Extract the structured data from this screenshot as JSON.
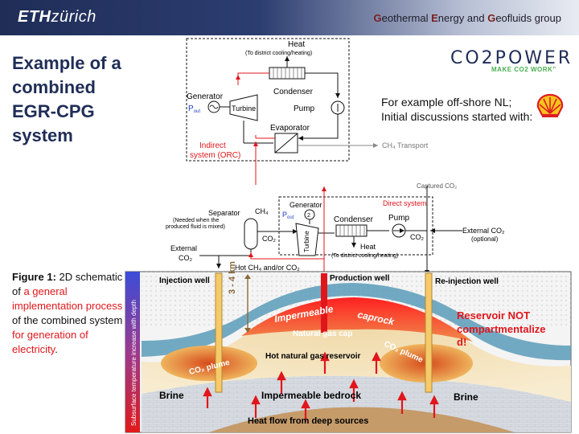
{
  "header": {
    "logo_bold": "ETH",
    "logo_rest": "zürich",
    "group_g1": "G",
    "group_w1": "eothermal ",
    "group_e": "E",
    "group_w2": "nergy and ",
    "group_g2": "G",
    "group_w3": "eofluids group"
  },
  "slide_title": [
    "Example of a",
    "combined",
    "EGR-CPG",
    "system"
  ],
  "co2power": {
    "name": "CO2POWER",
    "tagline": "MAKE CO2 WORK”"
  },
  "offshore_note": [
    "For example off-shore NL;",
    "Initial discussions started with:"
  ],
  "caption": {
    "fig": "Figure 1:",
    "t1": " 2D schematic of ",
    "r1": "a general implementation process",
    "t2": " of the combined system ",
    "r2": "for generation of electricity",
    "t3": "."
  },
  "orc": {
    "heat": "Heat",
    "heat_sub": "(To district cooling/heating)",
    "condenser": "Condenser",
    "generator": "Generator",
    "p": "P",
    "p_sub": "out",
    "turbine": "Turbine",
    "pump": "Pump",
    "evaporator": "Evaporator",
    "indirect1": "Indirect",
    "indirect2": "system (ORC)",
    "ch4_transport": "CH₄ Transport"
  },
  "direct": {
    "captured": "Captured CO₂",
    "direct_label": "Direct system",
    "generator": "Generator",
    "p": "P",
    "p_sub": "out",
    "separator": "Separator",
    "separator_note1": "(Needed when the",
    "separator_note2": "produced fluid is mixed)",
    "ch4": "CH₄",
    "co2": "CO₂",
    "turbine": "Turbine",
    "condenser": "Condenser",
    "pump": "Pump",
    "heat": "Heat",
    "heat_sub": "(To district cooling/heating)",
    "co2_right": "CO₂",
    "ext_co2_right1": "External CO₂",
    "ext_co2_right2": "(optional)",
    "ext_co2_left1": "External",
    "ext_co2_left2": "CO₂",
    "hot_flow": "Hot CH₄ and/or CO₂"
  },
  "subsurface": {
    "side_label": "Subsurface temperature increase with depth",
    "injection": "Injection well",
    "production": "Production well",
    "reinjection": "Re-injection well",
    "depth": "3 - 4 km",
    "impermeable": "Impermeable",
    "caprock": "caprock",
    "gas_cap": "Natural gas cap",
    "plume_left": "CO₂ plume",
    "plume_right": "CO₂ plume",
    "reservoir": "Hot natural gas reservoir",
    "brine_left": "Brine",
    "brine_right": "Brine",
    "bedrock": "Impermeable bedrock",
    "heat_flow": "Heat flow from deep sources",
    "not_compart1": "Reservoir NOT",
    "not_compart2": "compartmentalize",
    "not_compart3": "d!"
  },
  "colors": {
    "header_dark": "#1f2d57",
    "title": "#1f2d57",
    "red": "#e0161b",
    "caprock": "#5b9bb8",
    "gas_cap": "#e8202a",
    "shell_yellow": "#f7c41f",
    "shell_red": "#dd1d21"
  }
}
